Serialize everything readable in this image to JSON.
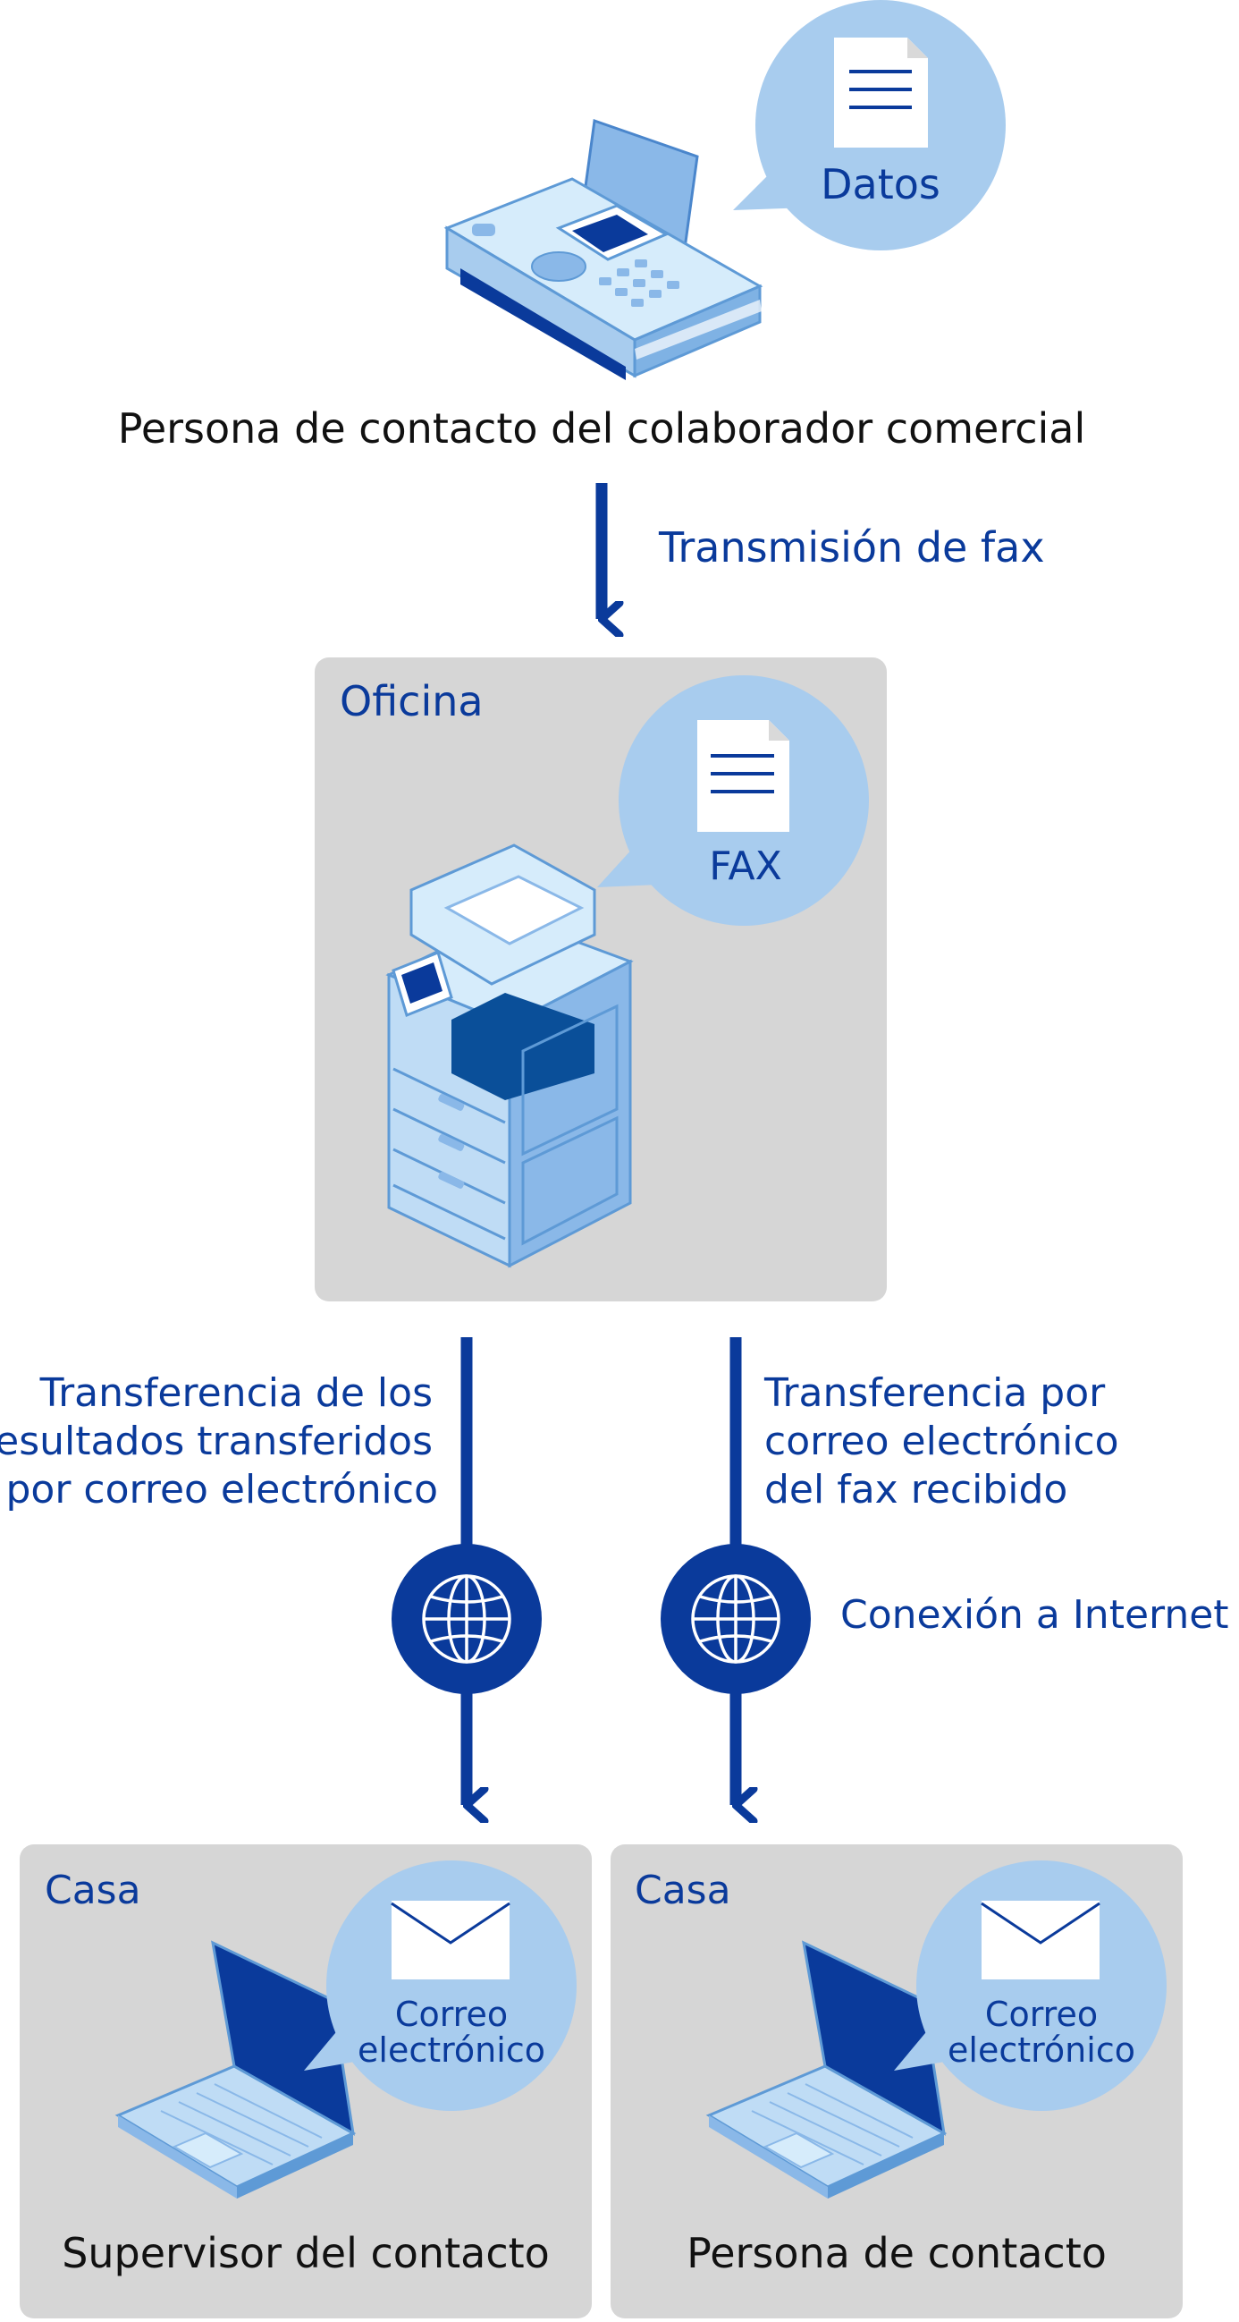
{
  "sender": {
    "bubble_label": "Datos",
    "caption": "Persona de contacto del colaborador comercial"
  },
  "transmission_label": "Transmisión de fax",
  "office": {
    "title": "Oficina",
    "bubble_label": "FAX"
  },
  "left_transfer": {
    "line1": "Transferencia de los",
    "line2": "resultados transferidos",
    "line3": "por correo electrónico"
  },
  "right_transfer": {
    "line1": "Transferencia por",
    "line2": "correo electrónico",
    "line3": "del fax recibido"
  },
  "internet_label": "Conexión a Internet",
  "home_left": {
    "title": "Casa",
    "bubble_line1": "Correo",
    "bubble_line2": "electrónico",
    "caption": "Supervisor del contacto"
  },
  "home_right": {
    "title": "Casa",
    "bubble_line1": "Correo",
    "bubble_line2": "electrónico",
    "caption": "Persona de contacto"
  },
  "colors": {
    "navy": "#0a3a9b",
    "light_blue": "#a8ccee",
    "panel_gray": "#d6d6d6"
  }
}
